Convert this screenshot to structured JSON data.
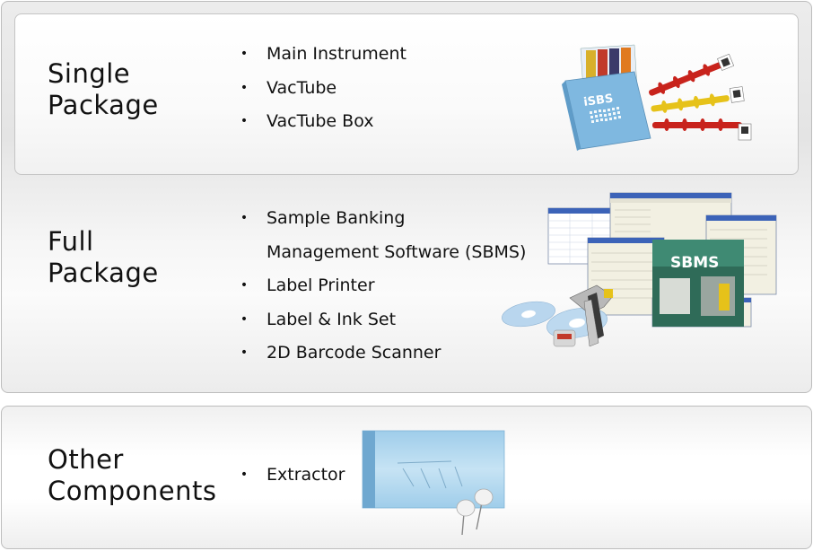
{
  "single_package": {
    "title_line1": "Single",
    "title_line2": "Package",
    "items": [
      "Main Instrument",
      "VacTube",
      "VacTube Box"
    ]
  },
  "full_package": {
    "title_line1": "Full",
    "title_line2": "Package",
    "items": [
      "Sample Banking",
      "Management Software (SBMS)",
      "Label Printer",
      "Label & Ink Set",
      "2D Barcode Scanner"
    ]
  },
  "other_components": {
    "title_line1": "Other",
    "title_line2": "Components",
    "items": [
      "Extractor"
    ]
  },
  "images": {
    "box_logo": "iSBS",
    "sbms_logo": "SBMS",
    "bullet_glyph": "•"
  },
  "colors": {
    "tube_red": "#c8231c",
    "tube_yellow": "#e6c21a",
    "box_blue": "#7fb8e0",
    "sbms_green": "#2f6b58",
    "pouch_blue": "#a9d4ee"
  }
}
